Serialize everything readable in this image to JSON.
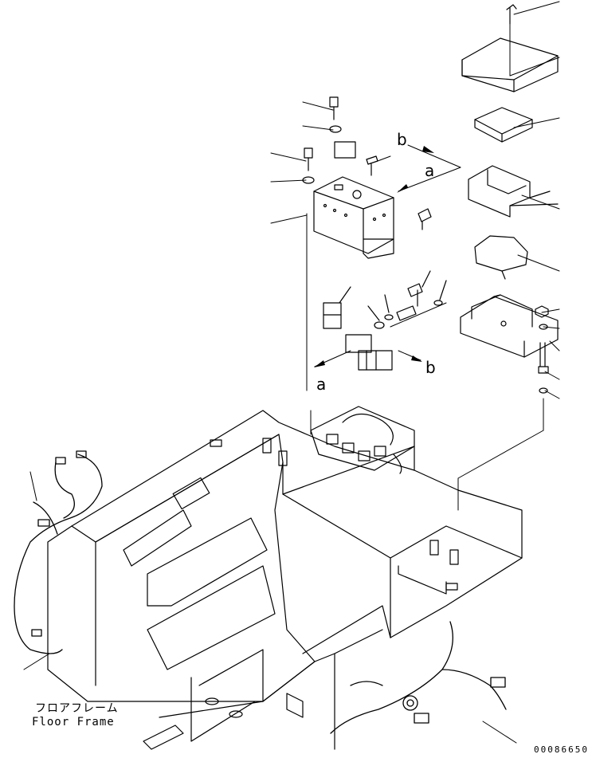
{
  "refs": {
    "b1": "b",
    "a1": "a",
    "a2": "a",
    "b2": "b"
  },
  "caption": {
    "jp": "フロアフレーム",
    "en": "Floor Frame"
  },
  "doc_number": "00086650"
}
